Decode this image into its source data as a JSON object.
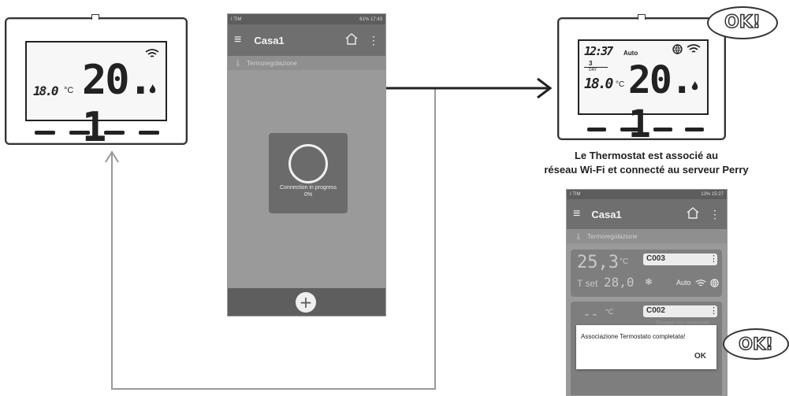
{
  "thermostat_left": {
    "setpoint": "18.0",
    "unit": "°C",
    "temp": "20. 1"
  },
  "thermostat_right": {
    "time": "12:37",
    "mode": "Auto",
    "day": "3",
    "day_label": "DAY",
    "setpoint": "18.0",
    "unit": "°C",
    "temp": "20. 1",
    "badge": "OK!"
  },
  "caption": {
    "line1": "Le Thermostat est associé au",
    "line2": "réseau Wi-Fi et connecté au serveur Perry"
  },
  "phone_left": {
    "status_left": "I TIM",
    "status_right": "61% 17:43",
    "title": "Casa1",
    "section": "Termoregolazione",
    "progress_label": "Connection in progress",
    "progress_value": "0%"
  },
  "phone_right": {
    "status_left": "I TIM",
    "status_right": "13% 15:27",
    "title": "Casa1",
    "section": "Termoregolazione",
    "card1": {
      "temp": "25,3",
      "unit": "°C",
      "tset_label": "T set",
      "tset_value": "28,0",
      "name": "C003",
      "mode": "Auto"
    },
    "card2": {
      "temp": "- -",
      "unit": "°C",
      "name": "C002",
      "note": "Gruppo non associato"
    },
    "dialog_text": "Associazione Termostato completata!",
    "dialog_ok": "OK",
    "badge": "OK!"
  },
  "colors": {
    "arrow_dark": "#222222",
    "arrow_light": "#9a9a9a",
    "phone_bg": "#9a9a9a"
  }
}
